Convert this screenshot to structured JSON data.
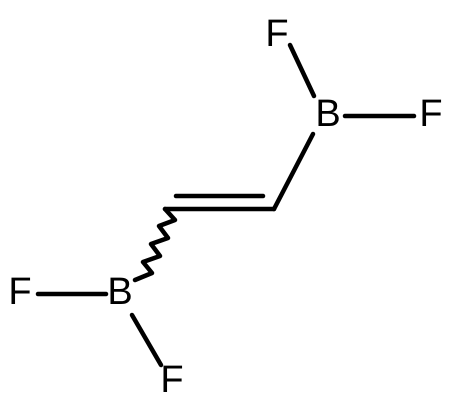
{
  "molecule": {
    "atoms": {
      "f_top": "F",
      "b_right": "B",
      "f_right": "F",
      "f_left": "F",
      "b_left": "B",
      "f_bottom": "F"
    },
    "bonds": [
      {
        "from": "f_top",
        "to": "b_right",
        "order": 1
      },
      {
        "from": "b_right",
        "to": "f_right",
        "order": 1
      },
      {
        "from": "b_right",
        "to": "c_right",
        "order": 1
      },
      {
        "from": "c_right",
        "to": "c_left",
        "order": 2
      },
      {
        "from": "c_left",
        "to": "b_left",
        "order": 1,
        "style": "wavy"
      },
      {
        "from": "b_left",
        "to": "f_left",
        "order": 1
      },
      {
        "from": "b_left",
        "to": "f_bottom",
        "order": 1
      }
    ],
    "colors": {
      "stroke": "#000000",
      "background": "#ffffff"
    }
  }
}
